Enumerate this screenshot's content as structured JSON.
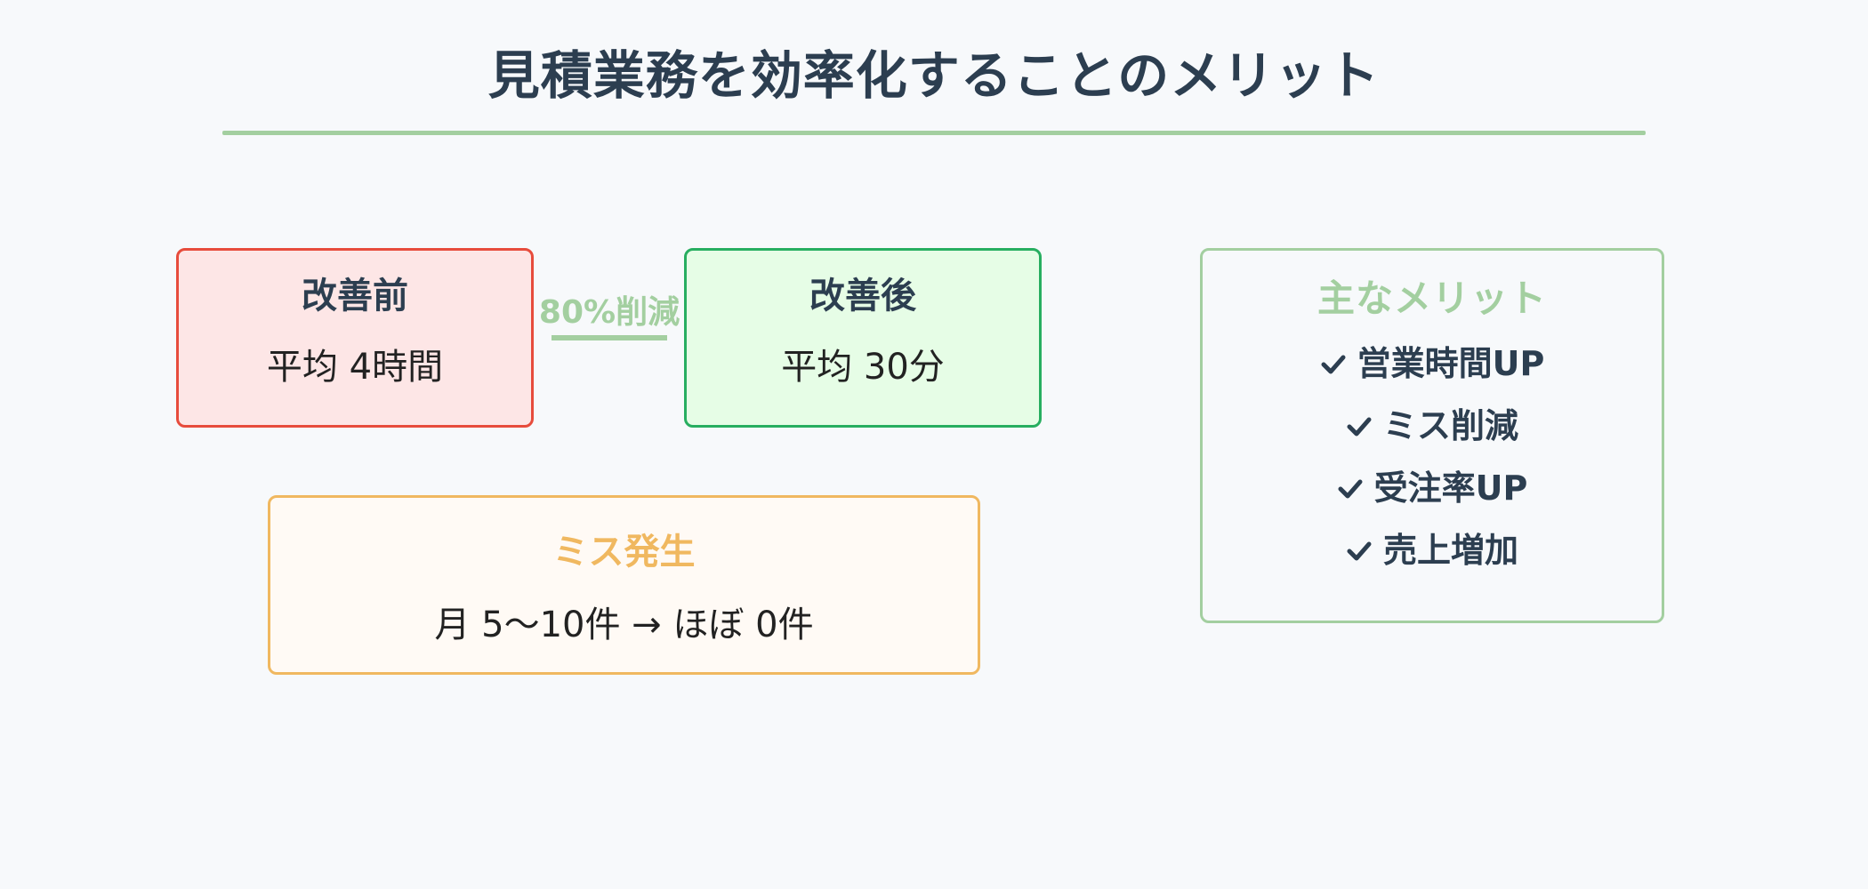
{
  "title": "見積業務を効率化することのメリット",
  "colors": {
    "title": "#2c3e50",
    "divider": "#a3cfa0",
    "before_border": "#e74c3c",
    "before_bg": "#fde6e6",
    "after_border": "#27ae60",
    "after_bg": "#e6fde6",
    "miss_border": "#f0b860",
    "miss_bg": "#fffaf5",
    "merits_border": "#a3cfa0"
  },
  "comparison": {
    "before": {
      "heading": "改善前",
      "value": "平均 4時間"
    },
    "reduction": {
      "label": "80%削減"
    },
    "after": {
      "heading": "改善後",
      "value": "平均 30分"
    }
  },
  "miss": {
    "heading": "ミス発生",
    "value": "月 5〜10件 → ほぼ 0件"
  },
  "merits": {
    "heading": "主なメリット",
    "items": [
      {
        "icon": "check-icon",
        "label": "営業時間UP"
      },
      {
        "icon": "check-icon",
        "label": "ミス削減"
      },
      {
        "icon": "check-icon",
        "label": "受注率UP"
      },
      {
        "icon": "check-icon",
        "label": "売上増加"
      }
    ]
  }
}
